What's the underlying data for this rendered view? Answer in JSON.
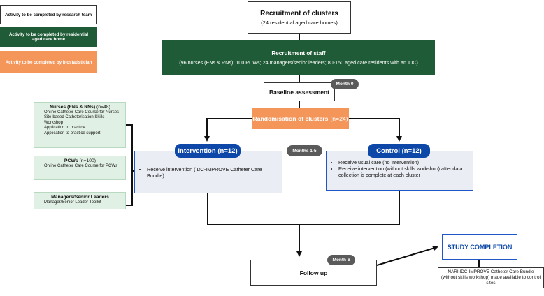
{
  "legend": {
    "research_team": "Activity to be completed by research team",
    "residential_home": "Activity to be completed by residential aged care home",
    "biostatistician": "Activity to be completed by biostatistician"
  },
  "recruitment_clusters": {
    "title": "Recruitment of clusters",
    "subtitle": "(24 residential aged care homes)"
  },
  "recruitment_staff": {
    "title": "Recruitment of staff",
    "subtitle": "(96 nurses (ENs & RNs); 100 PCWs; 24 managers/senior leaders; 80-150 aged care residents with an IDC)"
  },
  "baseline": {
    "label": "Baseline assessment",
    "badge": "Month 0"
  },
  "randomisation": {
    "label": "Randomisation of clusters",
    "count": "(n=24)"
  },
  "intervention": {
    "label": "Intervention (n=12)",
    "badge": "Months 1-5",
    "items": [
      "Receive intervention (IDC-IMPROVE Catheter Care Bundle)"
    ]
  },
  "control": {
    "label": "Control  (n=12)",
    "items": [
      "Receive usual care (no intervention)",
      "Receive intervention (without skills workshop) after data collection is complete at each cluster"
    ]
  },
  "nurses": {
    "title": "Nurses (ENs & RNs)",
    "count": " (n=48)",
    "items": [
      "Online Catheter Care Course for Nurses",
      "Site-based Catheterisation Skills Workshop",
      "Application to practice",
      "Application to practice support"
    ]
  },
  "pcws": {
    "title": "PCWs",
    "count": " (n=100)",
    "items": [
      "Online Catheter Care Course for PCWs"
    ]
  },
  "managers": {
    "title": "Managers/Senior Leaders",
    "items": [
      "Manager/Senior Leader Toolkit"
    ]
  },
  "followup": {
    "label": "Follow up",
    "badge": "Month 6"
  },
  "study_completion": {
    "label": "STUDY COMPLETION"
  },
  "final_note": {
    "text": "NARI IDC-IMPROVE Catheter Care Bundle (without skills workshop) made available to control sites"
  },
  "colors": {
    "green": "#1f5b36",
    "orange": "#f4955a",
    "blue": "#0d48a8",
    "badge_grey": "#5a5a5a"
  }
}
